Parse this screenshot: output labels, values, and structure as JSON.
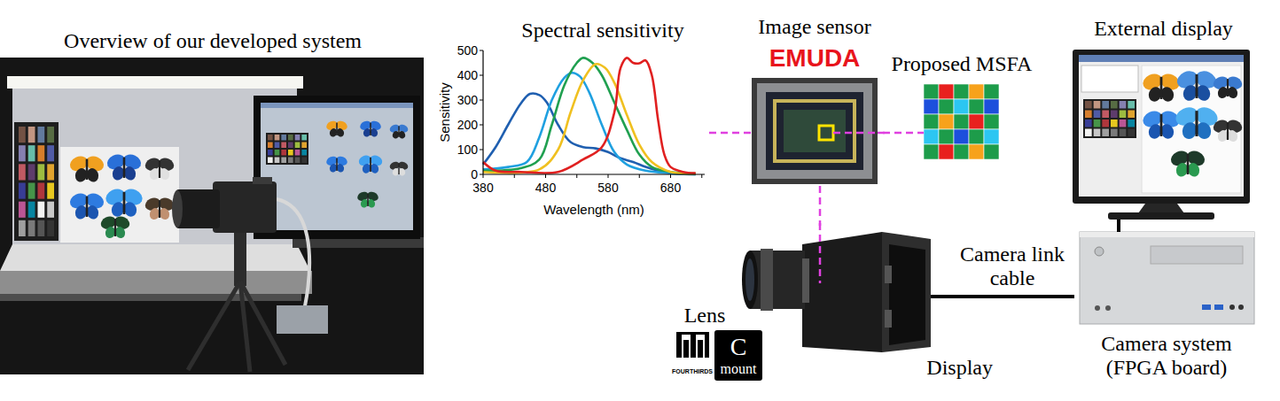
{
  "diagram": {
    "nodes": [
      {
        "text": [
          "Overview of our developed system"
        ]
      },
      {
        "text": [
          "Spectral sensitivity"
        ]
      },
      {
        "text": [
          "Image sensor",
          "EMUDA"
        ]
      },
      {
        "text": [
          "Proposed MSFA"
        ]
      },
      {
        "text": [
          "External display"
        ]
      },
      {
        "text": [
          "Display"
        ]
      },
      {
        "text": [
          "Camera system (FPGA board)"
        ]
      }
    ],
    "edges": [
      {
        "from": 1,
        "to": 2,
        "arrow": "none"
      },
      {
        "from": 2,
        "to": 3,
        "arrow": "none"
      },
      {
        "from": 2,
        "to": 5,
        "arrow": "none"
      },
      {
        "from": 5,
        "to": 6,
        "label": "Camera link cable",
        "arrow": "none"
      },
      {
        "from": 6,
        "to": 4,
        "arrow": "none"
      }
    ],
    "labels": [
      "500",
      "400",
      "300",
      "200",
      "100",
      "0",
      "380",
      "480",
      "580",
      "680",
      "Sensitivity",
      "Wavelength (nm)",
      "Lens",
      "FOURTHIRDS",
      "C",
      "mount"
    ]
  }
}
